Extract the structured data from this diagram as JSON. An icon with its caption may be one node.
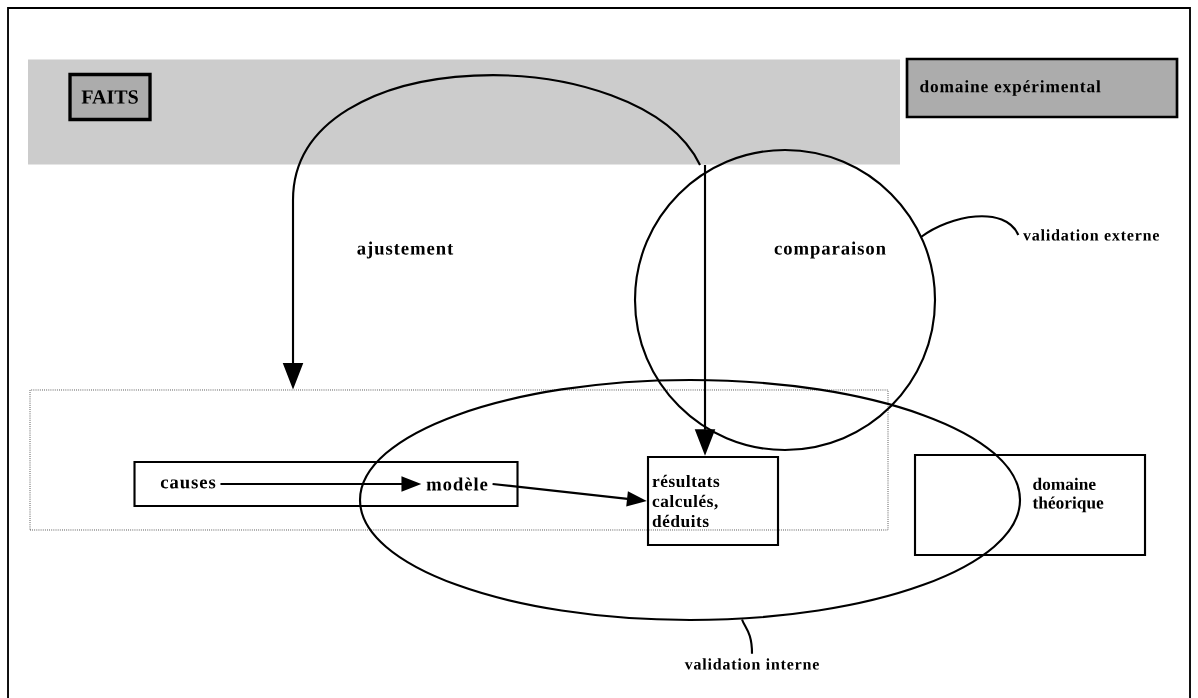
{
  "diagram": {
    "nodes": [
      {
        "text": [],
        "shape": "band"
      },
      {
        "text": [
          "FAITS"
        ],
        "in": 0
      },
      {
        "text": [
          "domaine expérimental"
        ]
      },
      {
        "text": [],
        "shape": "box"
      },
      {
        "text": [],
        "shape": "box",
        "in": 3
      },
      {
        "text": [
          "causes"
        ],
        "in": 4
      },
      {
        "text": [
          "modèle"
        ],
        "in": 4
      },
      {
        "text": [
          "résultats calculés, déduits"
        ]
      },
      {
        "text": [
          "domaine théorique"
        ]
      },
      {
        "text": [
          "validation externe"
        ]
      },
      {
        "text": [
          "validation interne"
        ]
      }
    ],
    "edges": [
      {
        "from": 0,
        "to": 3,
        "arrow": "to",
        "label": "ajustement"
      },
      {
        "from": 0,
        "to": 7,
        "arrow": "to",
        "label": "comparaison"
      },
      {
        "from": 5,
        "to": 6,
        "arrow": "to"
      },
      {
        "from": 6,
        "to": 7,
        "arrow": "to"
      },
      {
        "from": 9,
        "to": null,
        "arrow": "none"
      },
      {
        "from": 10,
        "to": null,
        "arrow": "none"
      }
    ]
  }
}
